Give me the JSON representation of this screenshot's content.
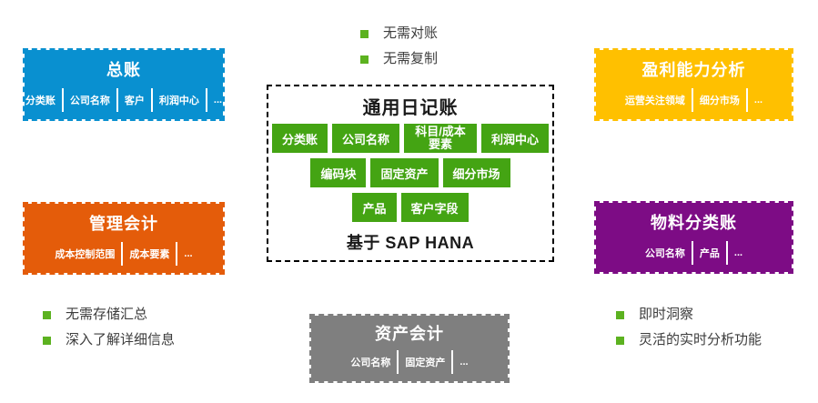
{
  "diagram_title": "通用日记账",
  "colors": {
    "general_ledger_blue": "#0990d0",
    "profitability_yellow": "#ffc000",
    "management_orange": "#e45c0a",
    "material_purple": "#7d0c85",
    "asset_gray": "#7f7f7f",
    "journal_chip_green": "#44a413",
    "bullet_green": "#5cb220",
    "journal_border": "#000000"
  },
  "icons": {
    "bullet_square": "green-square"
  },
  "modules": {
    "general_ledger": {
      "title": "总账",
      "fields": [
        "分类账",
        "公司名称",
        "客户",
        "利润中心",
        "..."
      ]
    },
    "profitability_analysis": {
      "title": "盈利能力分析",
      "fields": [
        "运营关注领域",
        "细分市场",
        "..."
      ]
    },
    "management_accounting": {
      "title": "管理会计",
      "fields": [
        "成本控制范围",
        "成本要素",
        "..."
      ]
    },
    "material_ledger": {
      "title": "物料分类账",
      "fields": [
        "公司名称",
        "产品",
        "..."
      ]
    },
    "asset_accounting": {
      "title": "资产会计",
      "fields": [
        "公司名称",
        "固定资产",
        "..."
      ]
    }
  },
  "universal_journal": {
    "title": "通用日记账",
    "rows": [
      [
        "分类账",
        "公司名称",
        "科目/成本要素",
        "利润中心"
      ],
      [
        "编码块",
        "固定资产",
        "细分市场"
      ],
      [
        "产品",
        "客户字段"
      ]
    ],
    "footer": "基于 SAP HANA"
  },
  "bullet_lists": {
    "top_center": [
      "无需对账",
      "无需复制"
    ],
    "bottom_left": [
      "无需存储汇总",
      "深入了解详细信息"
    ],
    "bottom_right": [
      "即时洞察",
      "灵活的实时分析功能"
    ]
  }
}
